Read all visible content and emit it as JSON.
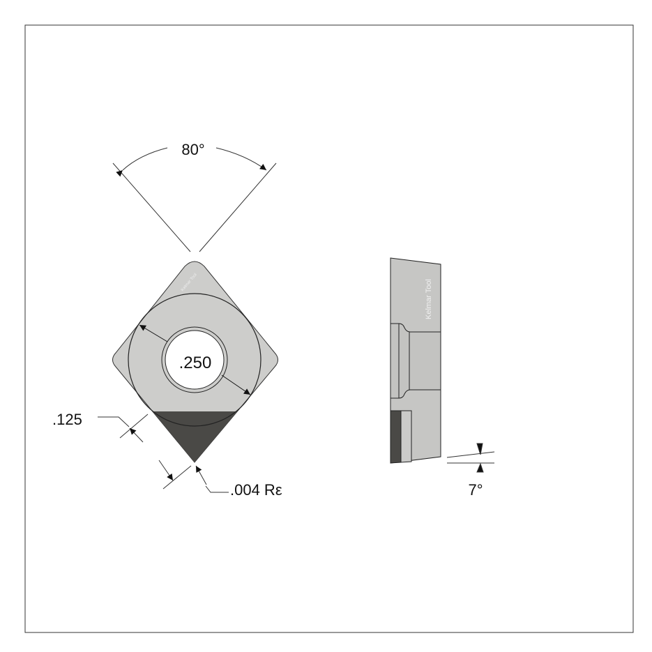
{
  "dimensions": {
    "included_angle": "80°",
    "hole_diameter": ".250",
    "tip_length": ".125",
    "corner_radius": ".004 Rε",
    "clearance_angle": "7°"
  },
  "watermark": "Kelmar Tool",
  "colors": {
    "insert_face": "#cdcdcb",
    "tip": "#4a4946",
    "side": "#c6c6c4",
    "line": "#222222"
  }
}
